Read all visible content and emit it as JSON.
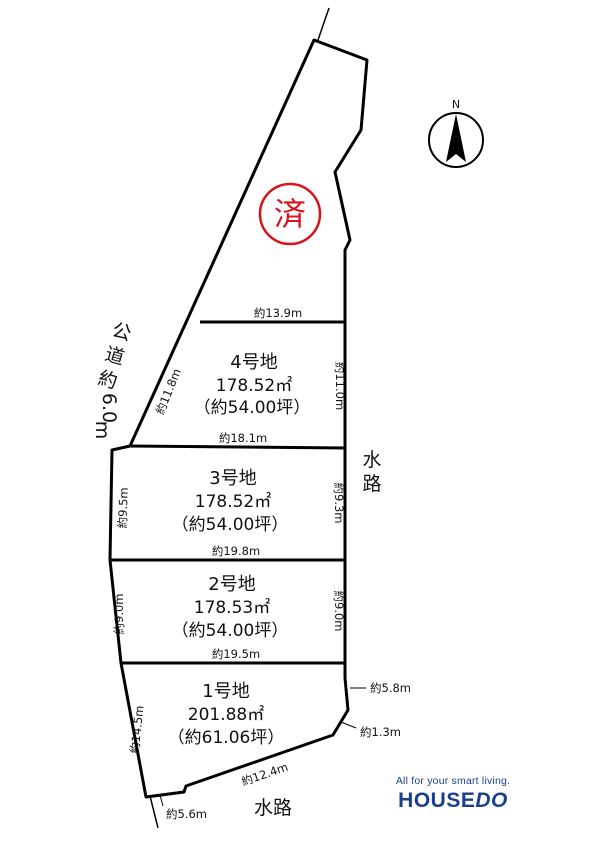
{
  "lots": [
    {
      "title": "4号地",
      "area_m2": "178.52㎡",
      "area_tsubo": "（約54.00坪）"
    },
    {
      "title": "3号地",
      "area_m2": "178.52㎡",
      "area_tsubo": "（約54.00坪）"
    },
    {
      "title": "2号地",
      "area_m2": "178.53㎡",
      "area_tsubo": "（約54.00坪）"
    },
    {
      "title": "1号地",
      "area_m2": "201.88㎡",
      "area_tsubo": "（約61.06坪）"
    }
  ],
  "dimensions": {
    "top_width": "約13.9m",
    "lot4_right": "約11.0m",
    "lot4_left": "約11.8m",
    "lot4_bottom": "約18.1m",
    "lot3_left": "約9.5m",
    "lot3_right": "約9.3m",
    "lot3_bottom": "約19.8m",
    "lot2_left": "約9.0m",
    "lot2_right": "約9.0m",
    "lot2_bottom": "約19.5m",
    "lot1_left": "約14.5m",
    "lot1_right_a": "約5.8m",
    "lot1_right_b": "約1.3m",
    "lot1_bottom": "約12.4m",
    "lot1_corner": "約5.6m"
  },
  "labels": {
    "road_chars": [
      "公",
      "道",
      "約"
    ],
    "road_width_chars": [
      "6.0",
      "m"
    ],
    "waterway_right_chars": [
      "水",
      "路"
    ],
    "waterway_bottom": "水路",
    "sold_stamp": "済",
    "north": "N"
  },
  "brand": {
    "tagline": "All for your smart living.",
    "logo_house": "HOUSE",
    "logo_do": "DO"
  },
  "colors": {
    "stamp": "#d7141b",
    "brand": "#1a3f8f",
    "line": "#000000"
  }
}
